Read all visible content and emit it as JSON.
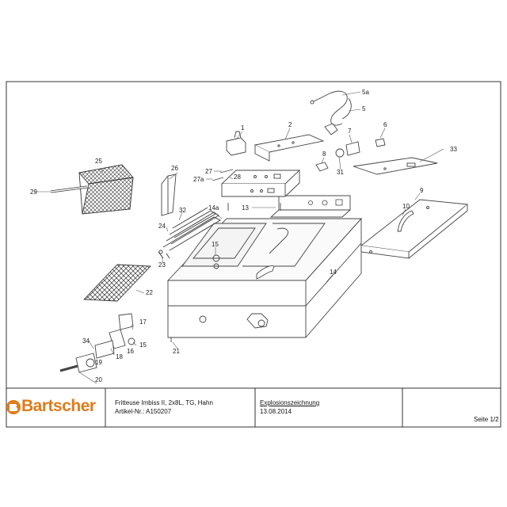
{
  "drawing": {
    "part_labels": [
      {
        "id": "1",
        "text": "1"
      },
      {
        "id": "2",
        "text": "2"
      },
      {
        "id": "5a",
        "text": "5a"
      },
      {
        "id": "5",
        "text": "5"
      },
      {
        "id": "6",
        "text": "6"
      },
      {
        "id": "7",
        "text": "7"
      },
      {
        "id": "8",
        "text": "8"
      },
      {
        "id": "9",
        "text": "9"
      },
      {
        "id": "10",
        "text": "10"
      },
      {
        "id": "13",
        "text": "13"
      },
      {
        "id": "14a",
        "text": "14a"
      },
      {
        "id": "14",
        "text": "14"
      },
      {
        "id": "15",
        "text": "15"
      },
      {
        "id": "15b",
        "text": "15"
      },
      {
        "id": "16",
        "text": "16"
      },
      {
        "id": "17",
        "text": "17"
      },
      {
        "id": "18",
        "text": "18"
      },
      {
        "id": "19",
        "text": "19"
      },
      {
        "id": "20",
        "text": "20"
      },
      {
        "id": "21",
        "text": "21"
      },
      {
        "id": "22",
        "text": "22"
      },
      {
        "id": "23",
        "text": "23"
      },
      {
        "id": "24",
        "text": "24"
      },
      {
        "id": "25",
        "text": "25"
      },
      {
        "id": "26",
        "text": "26"
      },
      {
        "id": "27",
        "text": "27"
      },
      {
        "id": "27a",
        "text": "27a"
      },
      {
        "id": "28",
        "text": "28"
      },
      {
        "id": "29",
        "text": "29"
      },
      {
        "id": "31",
        "text": "31"
      },
      {
        "id": "32",
        "text": "32"
      },
      {
        "id": "33",
        "text": "33"
      },
      {
        "id": "34",
        "text": "34"
      }
    ]
  },
  "title_block": {
    "brand": "Bartscher",
    "product_name": "Fritteuse Imbiss II, 2x8L, TG, Hahn",
    "article_no": "Artikel-Nr.: A150207",
    "drawing_type": "Explosionszeichnung",
    "date": "13.08.2014",
    "page": "Seite 1/2"
  },
  "colors": {
    "brand_orange": "#e07b1a",
    "line": "#444444",
    "label_line": "#c0392b"
  }
}
